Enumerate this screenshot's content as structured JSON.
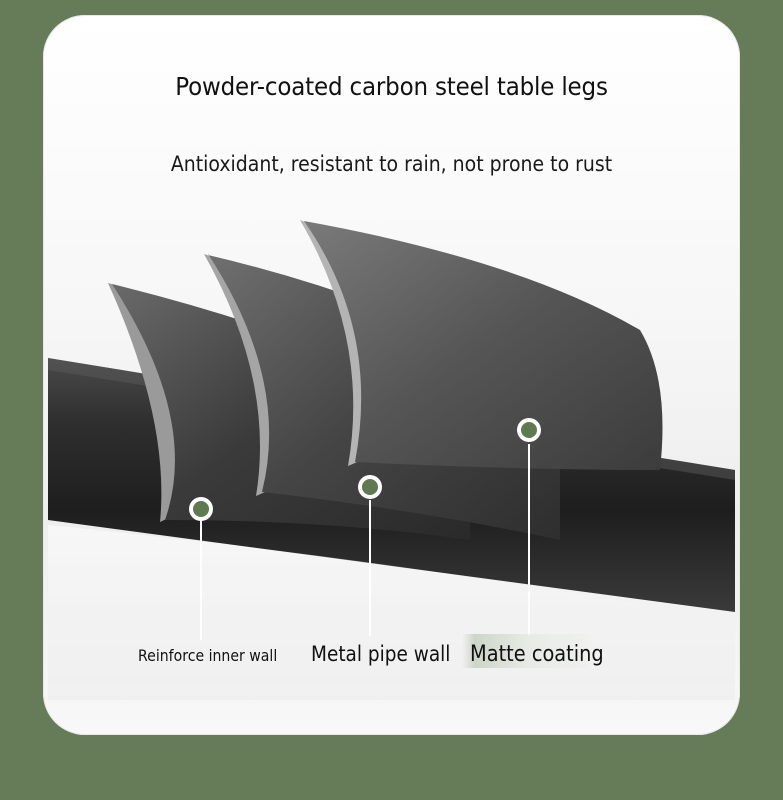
{
  "header": {
    "title": "Powder-coated carbon steel table legs",
    "subtitle": "Antioxidant, resistant to rain, not prone to rust"
  },
  "callouts": [
    {
      "label": "Reinforce inner wall"
    },
    {
      "label": "Metal pipe wall"
    },
    {
      "label": "Matte coating"
    }
  ],
  "colors": {
    "background": "#667c59",
    "card": "#ffffff",
    "pipe": "#2b2b2b",
    "marker_ring": "#ffffff",
    "marker_dot": "#5f7a50"
  }
}
